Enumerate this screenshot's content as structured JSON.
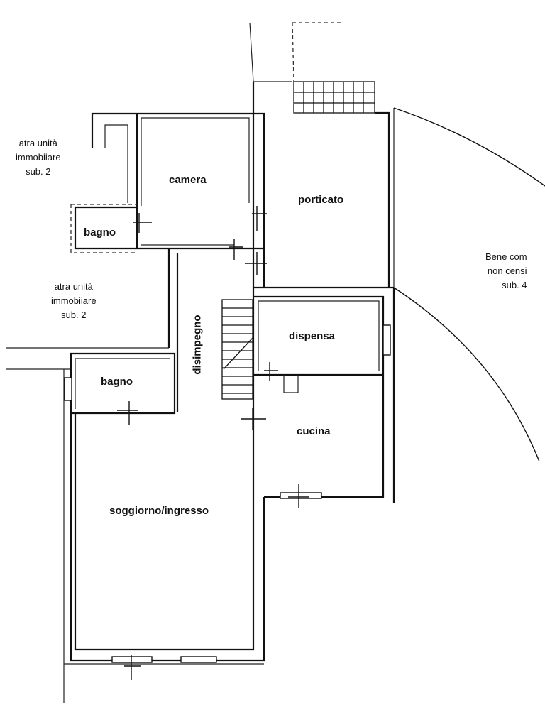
{
  "rooms": {
    "camera": "camera",
    "porticato": "porticato",
    "bagno_upper": "bagno",
    "bagno_lower": "bagno",
    "disimpegno": "disimpegno",
    "dispensa": "dispensa",
    "cucina": "cucina",
    "soggiorno": "soggiorno/ingresso"
  },
  "notes": {
    "altra_unita_top": {
      "line1": "atra unità",
      "line2": "immobiiare",
      "line3": "sub. 2"
    },
    "altra_unita_mid": {
      "line1": "atra unità",
      "line2": "immobiiare",
      "line3": "sub. 2"
    },
    "bene_comune": {
      "line1": "Bene com",
      "line2": "non censi",
      "line3": "sub. 4"
    }
  }
}
